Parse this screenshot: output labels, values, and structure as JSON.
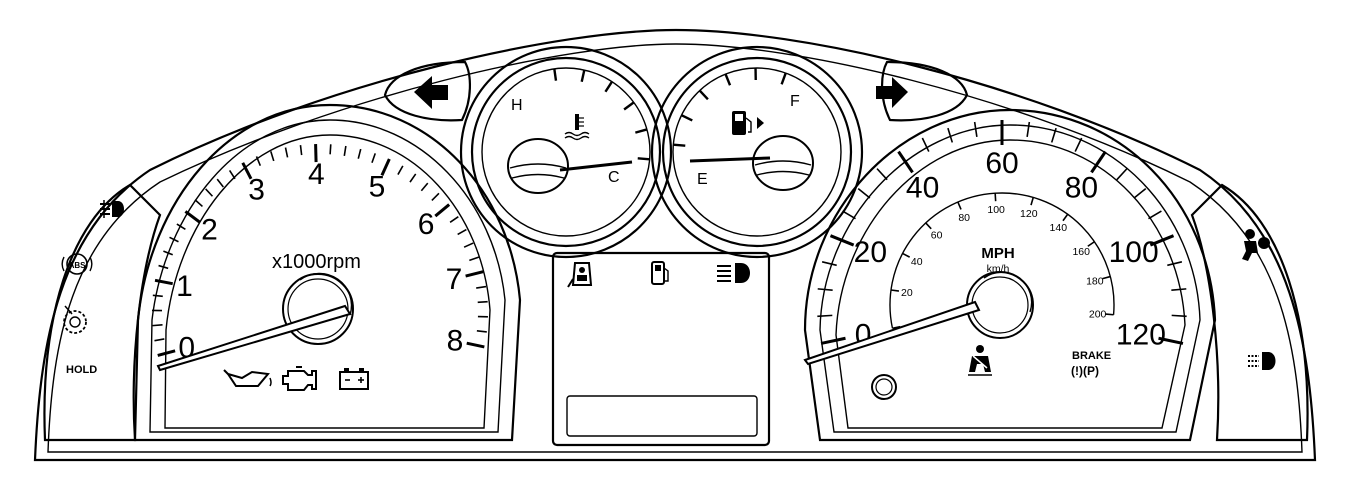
{
  "tachometer": {
    "unit_label": "x1000rpm",
    "scale_labels": [
      "0",
      "1",
      "2",
      "3",
      "4",
      "5",
      "6",
      "7",
      "8"
    ],
    "needle_value": 0
  },
  "temperature_gauge": {
    "hot_label": "H",
    "cold_label": "C",
    "needle_level": 0
  },
  "fuel_gauge": {
    "empty_label": "E",
    "full_label": "F",
    "needle_level": 0
  },
  "speedometer": {
    "unit_primary": "MPH",
    "unit_secondary": "km/h",
    "mph_labels": [
      "0",
      "20",
      "40",
      "60",
      "80",
      "100",
      "120"
    ],
    "kmh_labels": [
      "20",
      "40",
      "60",
      "80",
      "100",
      "120",
      "140",
      "160",
      "180",
      "200"
    ],
    "needle_value": 0
  },
  "left_pod": {
    "hold_label": "HOLD",
    "abs_label": "ABS"
  },
  "brake_indicator": {
    "label": "BRAKE",
    "symbols": "(!)(P)"
  },
  "icons": [
    "left-turn-arrow-icon",
    "right-turn-arrow-icon",
    "coolant-temperature-icon",
    "fuel-pump-icon",
    "fog-light-icon",
    "abs-icon",
    "traction-control-icon",
    "oil-pressure-icon",
    "check-engine-icon",
    "battery-icon",
    "door-ajar-icon",
    "low-fuel-icon",
    "high-beam-icon",
    "seatbelt-icon",
    "airbag-icon",
    "rear-fog-light-icon"
  ]
}
